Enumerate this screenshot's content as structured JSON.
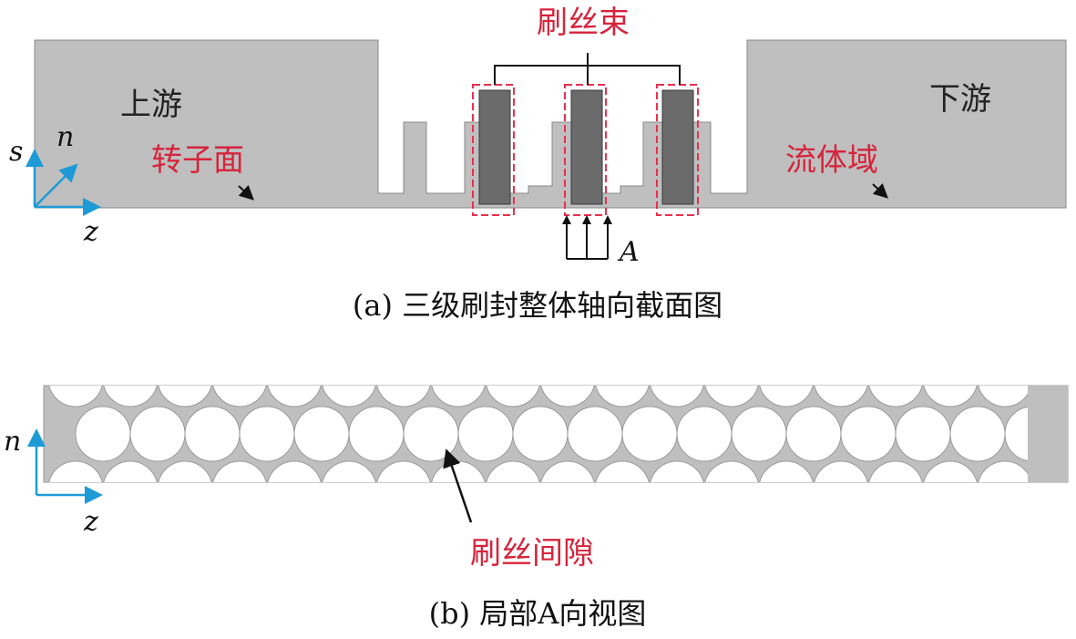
{
  "figure_a": {
    "title_bristles": "刷丝束",
    "label_upstream": "上游",
    "label_downstream": "下游",
    "label_rotor": "转子面",
    "label_fluid": "流体域",
    "label_A": "A",
    "axis_s": "s",
    "axis_n": "n",
    "axis_z": "z",
    "caption": "(a) 三级刷封整体轴向截面图"
  },
  "figure_b": {
    "axis_n": "n",
    "axis_z": "z",
    "label_gap": "刷丝间隙",
    "caption": "(b) 局部A向视图"
  },
  "colors": {
    "gray_fill": "#bfbfbf",
    "dark_fill": "#6b6b6b",
    "red_dashed": "#e8304f",
    "axis_blue": "#1e9bd7"
  }
}
